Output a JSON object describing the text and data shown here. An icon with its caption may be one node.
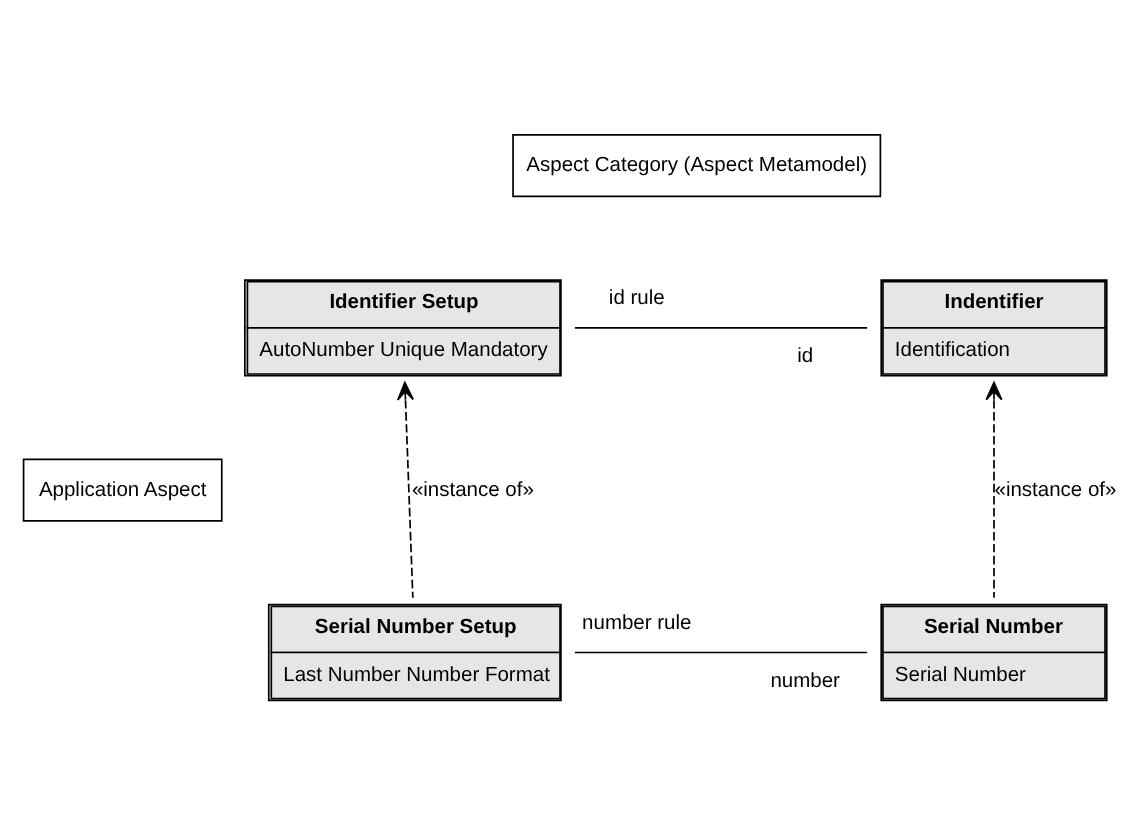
{
  "diagram": {
    "nodes": [
      {
        "text": [
          "Aspect Category (Aspect Metamodel)"
        ]
      },
      {
        "text": [
          "Identifier Setup",
          "AutoNumber Unique Mandatory"
        ]
      },
      {
        "text": [
          "Indentifier",
          "Identification"
        ]
      },
      {
        "text": [
          "Application Aspect"
        ]
      },
      {
        "text": [
          "Serial Number Setup",
          "Last Number Number Format"
        ]
      },
      {
        "text": [
          "Serial Number",
          "Serial Number"
        ]
      }
    ],
    "edges": [
      {
        "from": 1,
        "to": 2,
        "arrow": "none"
      },
      {
        "from": 4,
        "to": 1,
        "arrow": "to",
        "style": "dashed",
        "label": "«instance of»"
      },
      {
        "from": 5,
        "to": 2,
        "arrow": "to",
        "style": "dashed",
        "label": "«instance of»"
      },
      {
        "from": 4,
        "to": 5,
        "arrow": "none"
      }
    ],
    "labels": [
      "id rule",
      "id",
      "number rule",
      "number"
    ]
  }
}
